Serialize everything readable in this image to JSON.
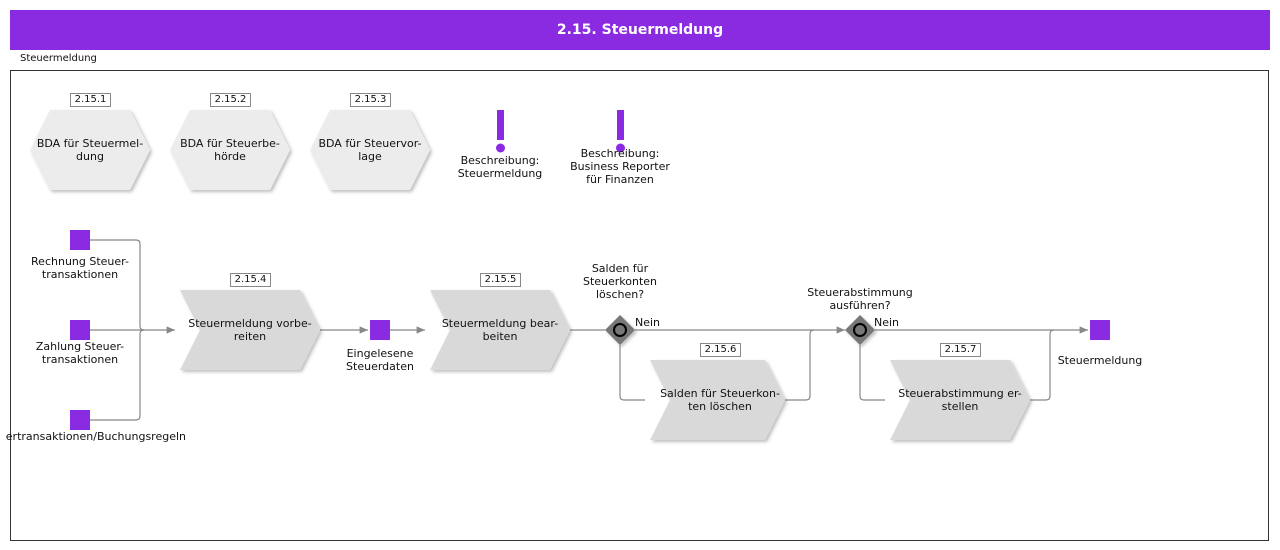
{
  "title": "2.15. Steuermeldung",
  "frame_label": "Steuermeldung",
  "colors": {
    "accent": "#8a2be2",
    "process_fill": "#d9d9d9",
    "hex_fill": "#ececec",
    "gateway": "#777777"
  },
  "nodes": {
    "bda1": {
      "id": "2.15.1",
      "text": "BDA für Steuermel-\ndung"
    },
    "bda2": {
      "id": "2.15.2",
      "text": "BDA für Steuerbe-\nhörde"
    },
    "bda3": {
      "id": "2.15.3",
      "text": "BDA für Steuervor-\nlage"
    },
    "desc1": {
      "text": "Beschreibung:\nSteuermeldung"
    },
    "desc2": {
      "text": "Beschreibung:\nBusiness Reporter\nfür Finanzen"
    },
    "in1": {
      "text": "Rechnung Steuer-\ntransaktionen"
    },
    "in2": {
      "text": "Zahlung Steuer-\ntransaktionen"
    },
    "in3": {
      "text": "ertransaktionen/Buchungsregeln"
    },
    "p4": {
      "id": "2.15.4",
      "text": "Steuermeldung vorbe-\nreiten"
    },
    "d1": {
      "text": "Eingelesene\nSteuerdaten"
    },
    "p5": {
      "id": "2.15.5",
      "text": "Steuermeldung bear-\nbeiten"
    },
    "g1": {
      "question": "Salden für\nSteuerkonten\nlöschen?",
      "no_label": "Nein"
    },
    "p6": {
      "id": "2.15.6",
      "text": "Salden für Steuerkon-\nten löschen"
    },
    "g2": {
      "question": "Steuerabstimmung\nausführen?",
      "no_label": "Nein"
    },
    "p7": {
      "id": "2.15.7",
      "text": "Steuerabstimmung er-\nstellen"
    },
    "out": {
      "text": "Steuermeldung"
    }
  }
}
